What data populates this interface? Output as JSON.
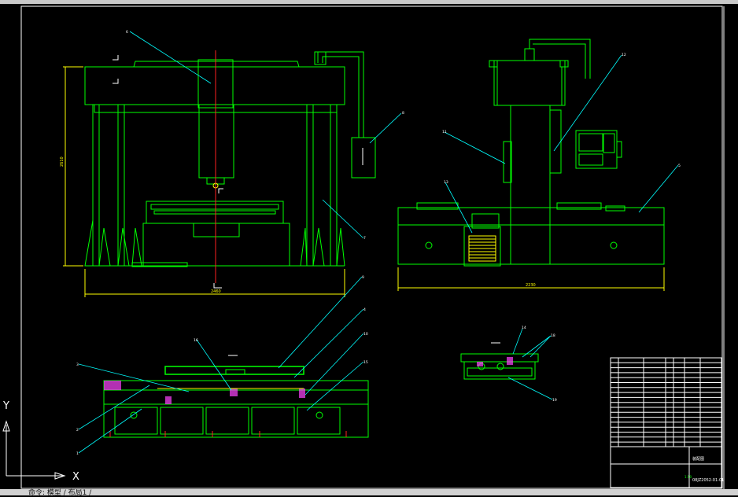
{
  "dimensions": {
    "front_height": "2610",
    "front_width": "2460",
    "side_width": "2230"
  },
  "balloons": {
    "front": [
      "6",
      "8",
      "7"
    ],
    "side": [
      "12",
      "11",
      "13",
      "5"
    ],
    "plan": [
      "9",
      "4",
      "10",
      "15",
      "16",
      "3",
      "2",
      "1"
    ],
    "detail": [
      "14",
      "18",
      "19"
    ]
  },
  "title_block": {
    "drawing_name": "装配图",
    "drawing_number": "08JZ2052-01-01",
    "scale_text": "1:10"
  },
  "ucs": {
    "x_label": "X",
    "y_label": "Y"
  },
  "status_bar": {
    "text": "命令: 模型 / 布局1 /"
  }
}
